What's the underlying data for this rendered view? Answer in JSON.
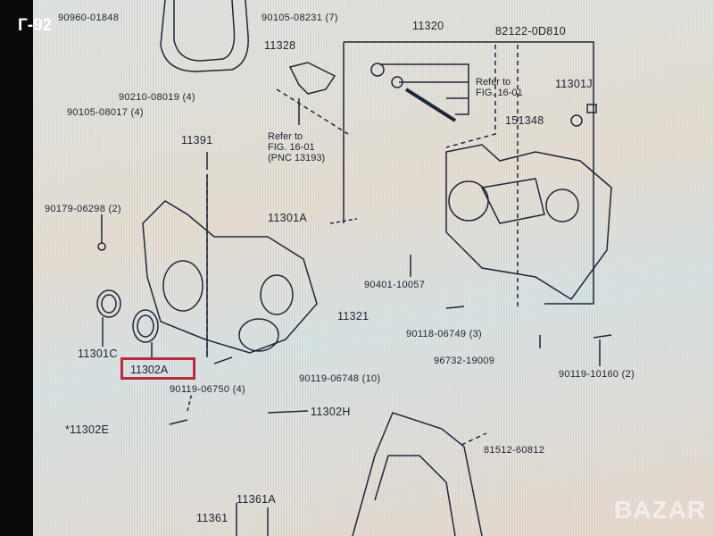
{
  "overlay_title": "Г-92",
  "watermark": "BAZAR",
  "highlight_color": "#c0283a",
  "highlighted_part": "11302A",
  "labels": {
    "p1": "90960-01848",
    "p2": "90105-08231 (7)",
    "p3": "11328",
    "p4": "90210-08019 (4)",
    "p5": "90105-08017 (4)",
    "p6": "11391",
    "p7": "90179-06298 (2)",
    "p8": "11301A",
    "p9": "11320",
    "p10": "82122-0D810",
    "p11": "11301J",
    "p12": "151348",
    "p13": "90401-10057",
    "p14": "11321",
    "p15": "90118-06749 (3)",
    "p16": "96732-19009",
    "p17": "90119-10160 (2)",
    "p18": "11301C",
    "p19": "90119-06750 (4)",
    "p20": "90119-06748 (10)",
    "p21": "11302H",
    "p22": "*11302E",
    "p23": "81512-60812",
    "p24": "11361A",
    "p25": "11361"
  },
  "refs": {
    "r1": {
      "line1": "Refer to",
      "line2": "FIG. 16-01",
      "line3": "(PNC 13193)"
    },
    "r2": {
      "line1": "Refer to",
      "line2": "FIG. 16-01"
    }
  }
}
